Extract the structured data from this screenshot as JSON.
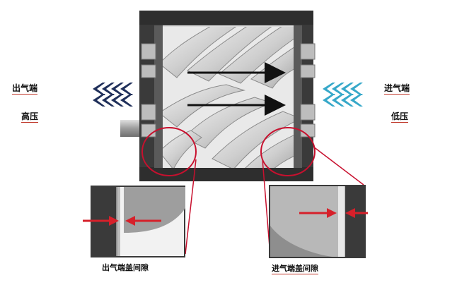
{
  "labels": {
    "outlet_top": "出气端",
    "outlet_bottom": "高压",
    "inlet_top": "进气端",
    "inlet_bottom": "低压",
    "outlet_gap": "出气端盖间隙",
    "inlet_gap": "进气端盖间隙"
  },
  "icons": {
    "outlet_flow": "chevron-left-icon",
    "inlet_flow": "chevron-left-icon",
    "flow_arrow": "arrow-right-icon",
    "gap_arrow": "arrow-pointer-icon"
  },
  "colors": {
    "outlet_chevron": "#1f2f5a",
    "inlet_chevron": "#36a8c9",
    "highlight_circle": "#c8102e",
    "gap_arrow": "#d6202a",
    "housing": "#3a3a3a",
    "flow_arrow": "#111111"
  }
}
